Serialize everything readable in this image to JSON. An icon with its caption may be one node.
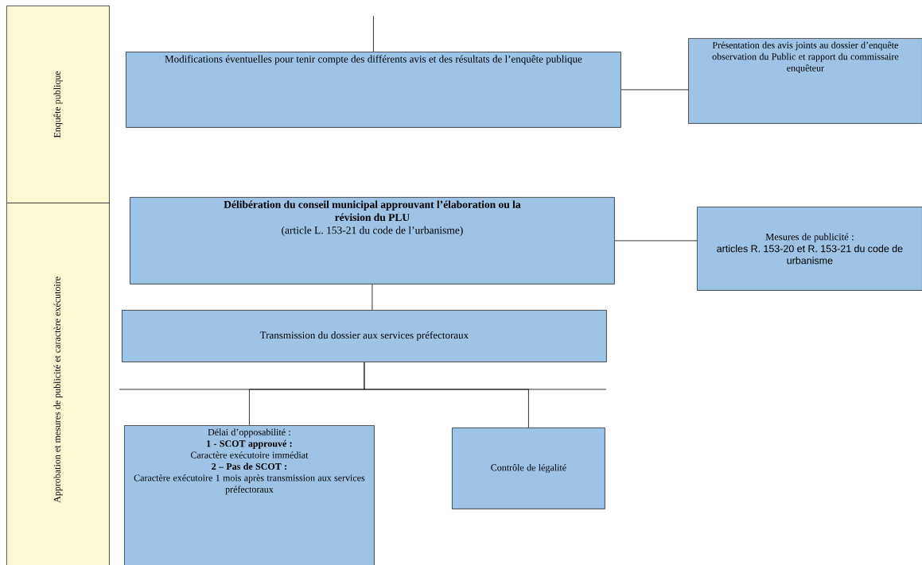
{
  "diagram": {
    "nodes": [
      {
        "text": [
          "Enquête publique"
        ]
      },
      {
        "text": [
          "Approbation et mesures de publicité et caractère exécutoire"
        ]
      },
      {
        "text": [
          "Modifications éventuelles pour tenir compte des différents avis et des résultats de l’enquête publique"
        ]
      },
      {
        "text": [
          "Présentation des avis joints au dossier d’enquête observation du Public et rapport du commissaire enquêteur"
        ]
      },
      {
        "text": [
          "Délibération du conseil municipal approuvant l’élaboration ou la révision du PLU",
          "(article L. 153-21 du code de l’urbanisme)"
        ]
      },
      {
        "text": [
          "Mesures de publicité :",
          "articles R. 153-20 et R. 153-21 du code de urbanisme"
        ]
      },
      {
        "text": [
          "Transmission du dossier aux services préfectoraux"
        ]
      },
      {
        "text": [
          "Délai d’opposabilité :",
          "1 -  SCOT approuvé :",
          "Caractère exécutoire immédiat",
          "2 – Pas de SCOT :",
          "Caractère exécutoire 1 mois après transmission aux services préfectoraux"
        ]
      },
      {
        "text": [
          "Contrôle de légalité"
        ]
      }
    ],
    "edges": [
      {
        "from": null,
        "to": 2,
        "arrow": "none"
      },
      {
        "from": 2,
        "to": 3,
        "arrow": "none"
      },
      {
        "from": 4,
        "to": 5,
        "arrow": "none"
      },
      {
        "from": 4,
        "to": 6,
        "arrow": "none"
      },
      {
        "from": 6,
        "to": 7,
        "arrow": "none"
      },
      {
        "from": 6,
        "to": 8,
        "arrow": "none"
      }
    ]
  }
}
